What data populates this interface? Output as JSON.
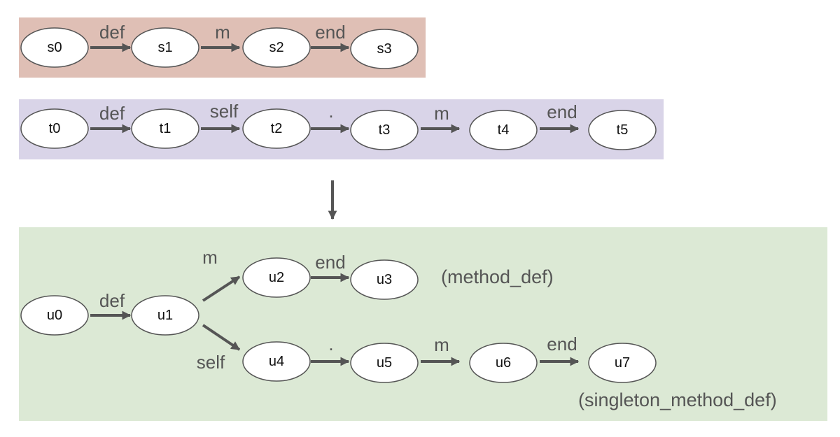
{
  "colors": {
    "panel_s": "#dfbfb5",
    "panel_t": "#d9d4e8",
    "panel_u": "#dce9d5",
    "edge": "#555555"
  },
  "panels": {
    "s": {
      "nodes": [
        "s0",
        "s1",
        "s2",
        "s3"
      ],
      "edges": [
        "def",
        "m",
        "end"
      ]
    },
    "t": {
      "nodes": [
        "t0",
        "t1",
        "t2",
        "t3",
        "t4",
        "t5"
      ],
      "edges": [
        "def",
        "self",
        ".",
        "m",
        "end"
      ]
    },
    "u": {
      "nodes": [
        "u0",
        "u1",
        "u2",
        "u3",
        "u4",
        "u5",
        "u6",
        "u7"
      ],
      "edges": {
        "u0_u1": "def",
        "u1_u2": "m",
        "u2_u3": "end",
        "u1_u4": "self",
        "u4_u5": ".",
        "u5_u6": "m",
        "u6_u7": "end"
      },
      "annotations": {
        "method_def": "(method_def)",
        "singleton_method_def": "(singleton_method_def)"
      }
    }
  }
}
